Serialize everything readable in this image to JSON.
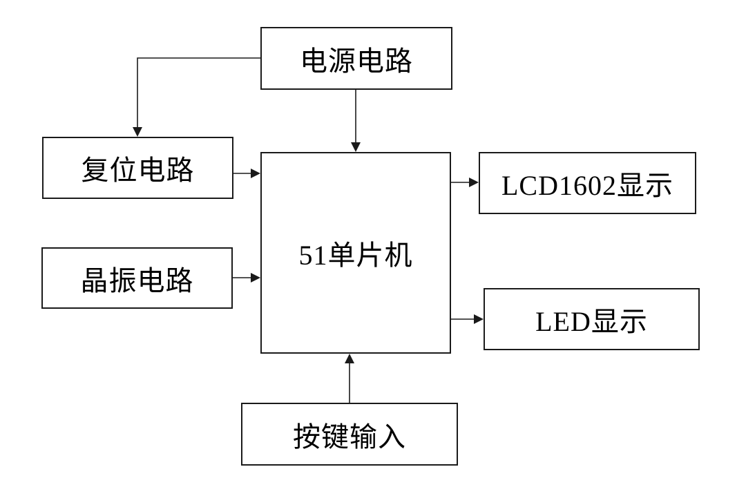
{
  "diagram": {
    "type": "block-diagram",
    "background_color": "#ffffff",
    "line_color": "#1a1a1a",
    "nodes": {
      "power": {
        "label": "电源电路"
      },
      "reset": {
        "label": "复位电路"
      },
      "crystal": {
        "label": "晶振电路"
      },
      "mcu": {
        "label": "51单片机"
      },
      "lcd": {
        "label": "LCD1602显示"
      },
      "led": {
        "label": "LED显示"
      },
      "keys": {
        "label": "按键输入"
      }
    },
    "edges": [
      {
        "from": "power",
        "to": "reset",
        "style": "elbow, arrow into top of reset box"
      },
      {
        "from": "power",
        "to": "mcu",
        "style": "straight down, arrow into top of mcu box"
      },
      {
        "from": "reset",
        "to": "mcu",
        "style": "straight right, arrow into left of mcu box"
      },
      {
        "from": "crystal",
        "to": "mcu",
        "style": "straight right, arrow into left of mcu box"
      },
      {
        "from": "mcu",
        "to": "lcd",
        "style": "straight right, arrow into left of lcd box"
      },
      {
        "from": "mcu",
        "to": "led",
        "style": "straight right, arrow into left of led box"
      },
      {
        "from": "keys",
        "to": "mcu",
        "style": "straight up, arrow into bottom of mcu box"
      }
    ]
  }
}
